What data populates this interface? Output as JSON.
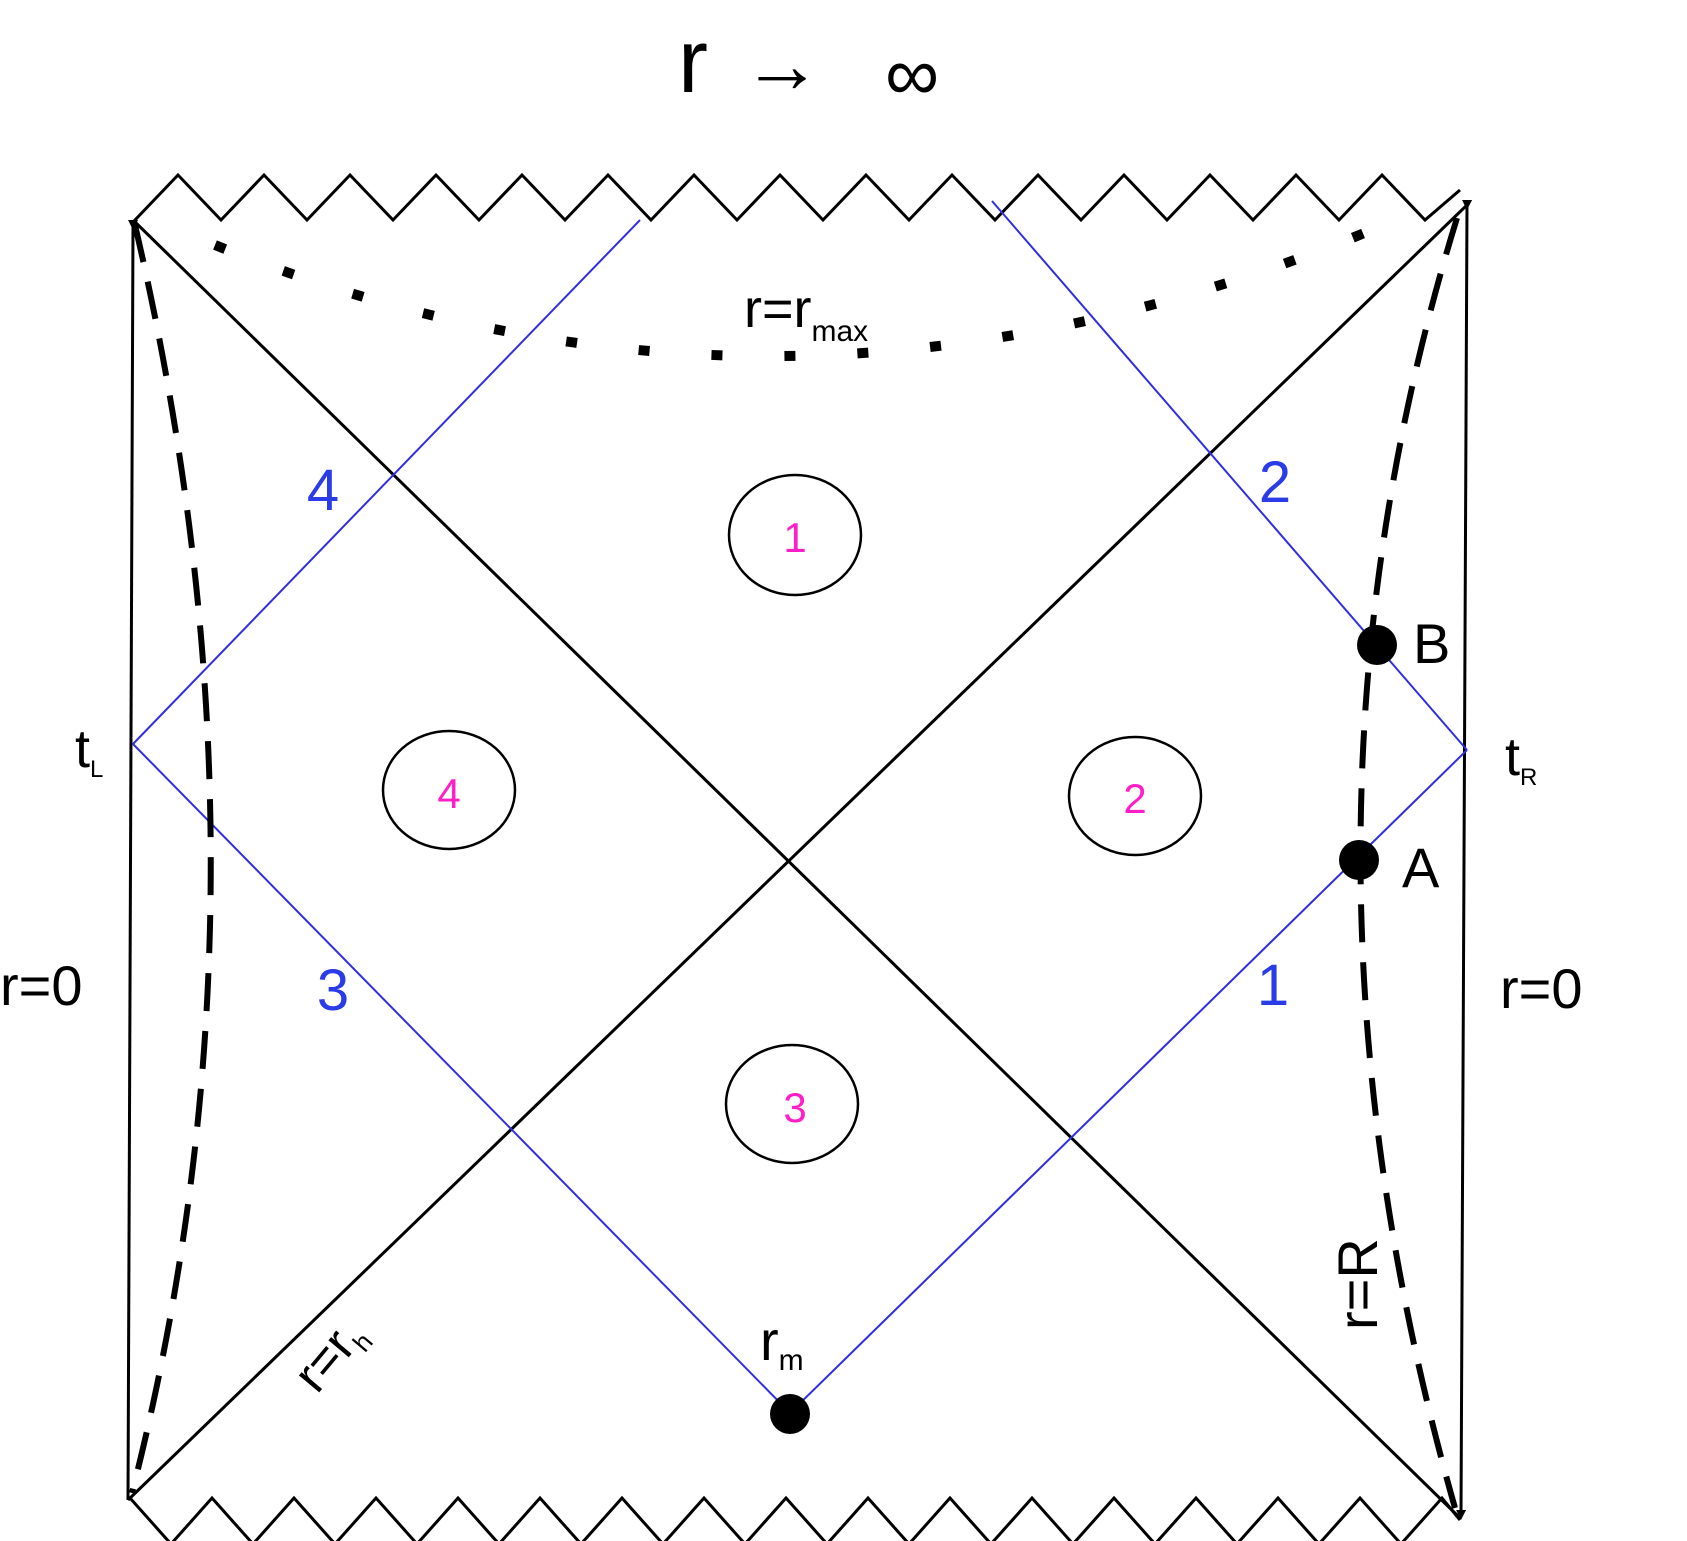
{
  "title": {
    "r": "r",
    "arrow": "→",
    "infinity": "∞"
  },
  "labels": {
    "r_max_prefix": "r=r",
    "r_max_sub": "max",
    "r_h_prefix": "r=r",
    "r_h_sub": "h",
    "r_m_main": "r",
    "r_m_sub": "m",
    "r_eq_R": "r=R",
    "r0_left": "r=0",
    "r0_right": "r=0",
    "t_left_main": "t",
    "t_left_sub": "L",
    "t_right_main": "t",
    "t_right_sub": "R",
    "point_A": "A",
    "point_B": "B"
  },
  "blue_segment_labels": {
    "seg1": "1",
    "seg2": "2",
    "seg3": "3",
    "seg4": "4"
  },
  "region_labels": {
    "region1": "1",
    "region2": "2",
    "region3": "3",
    "region4": "4"
  },
  "colors": {
    "black": "#000000",
    "blue_line": "#2f2fe0",
    "blue_text": "#2a3be8",
    "magenta": "#ff1ec8"
  }
}
